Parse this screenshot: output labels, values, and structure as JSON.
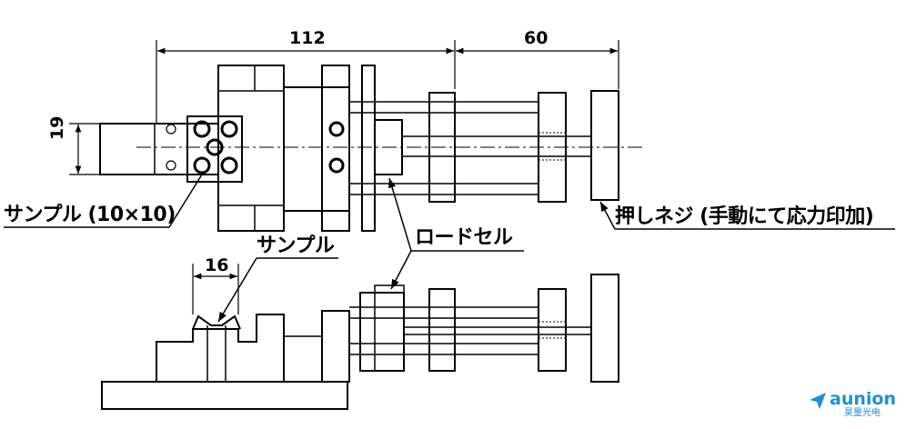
{
  "dimensions": {
    "width_112": "112",
    "width_60": "60",
    "height_19": "19",
    "width_16": "16"
  },
  "labels": {
    "sample_size": "サンプル (10×10)",
    "load_cell": "ロードセル",
    "sample": "サンプル",
    "push_screw": "押しネジ (手動にて応力印加)"
  },
  "logo": {
    "brand": "aunion",
    "subtitle": "昊量光电",
    "color": "#1e8fd6"
  }
}
